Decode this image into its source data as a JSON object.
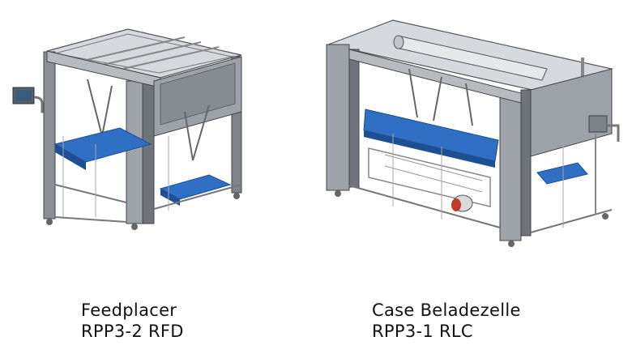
{
  "machines": [
    {
      "name_line1": "Feedplacer",
      "name_line2": "RPP3-2 RFD"
    },
    {
      "name_line1": "Case Beladezelle",
      "name_line2": "RPP3-1 RLC"
    }
  ],
  "colors": {
    "frame": "#8a8f95",
    "frame_dark": "#5a5f66",
    "panel": "#c9ccd0",
    "conveyor": "#2f6fc4",
    "conveyor_dark": "#1f4f93",
    "accent_red": "#c0392b"
  }
}
